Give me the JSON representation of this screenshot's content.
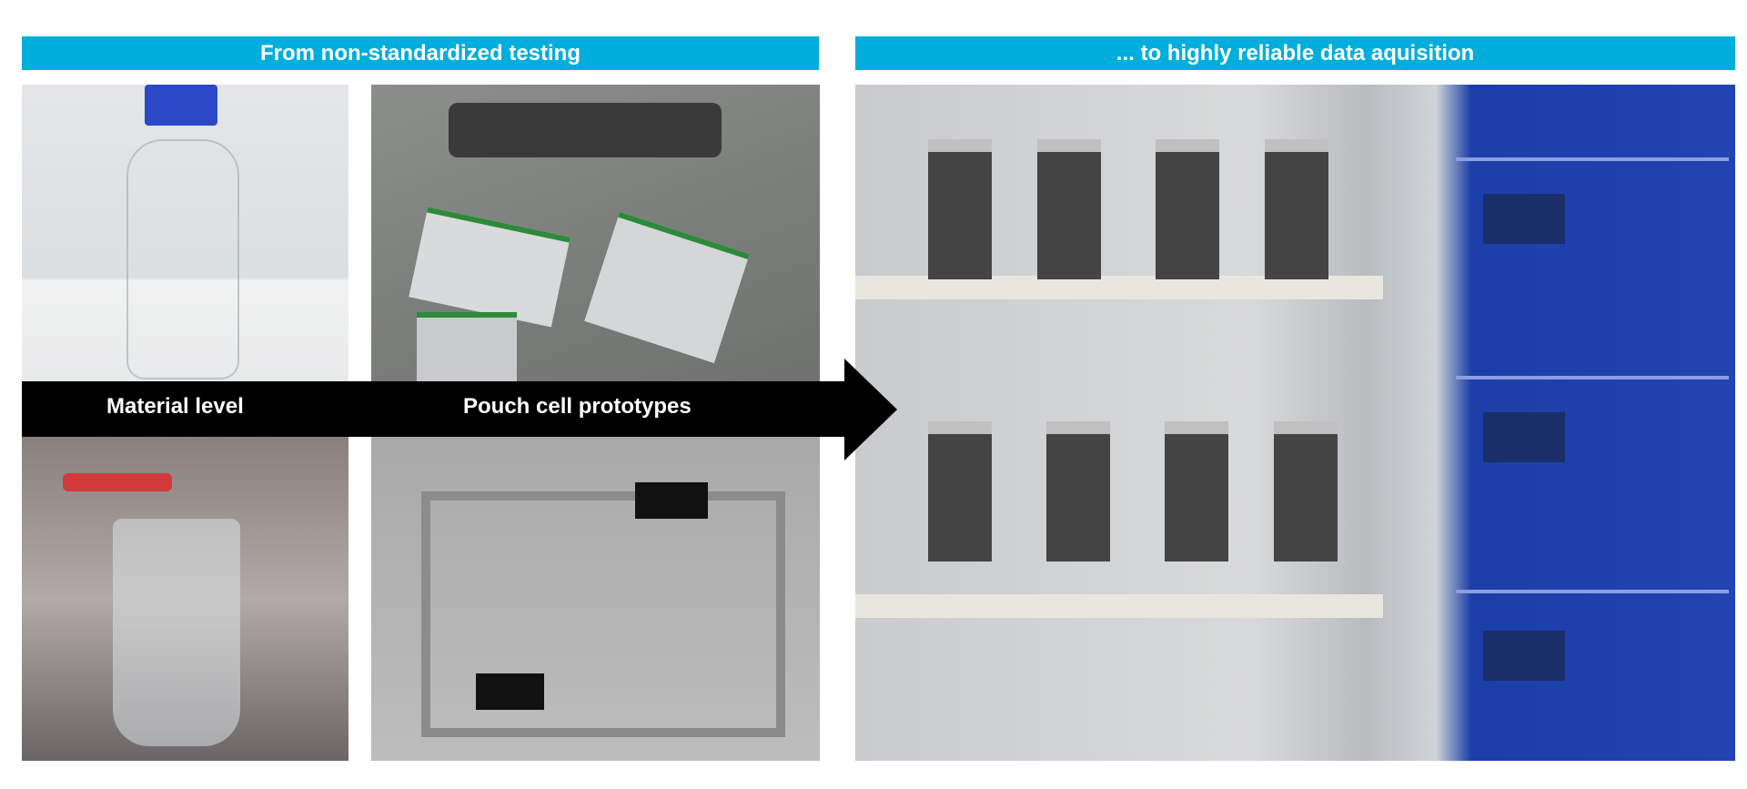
{
  "headers": {
    "left": "From non-standardized testing",
    "right": "... to highly reliable data aquisition"
  },
  "arrow": {
    "label_left": "Material level",
    "label_right": "Pouch cell prototypes"
  },
  "colors": {
    "header_bg": "#00aedb",
    "arrow": "#000000"
  }
}
